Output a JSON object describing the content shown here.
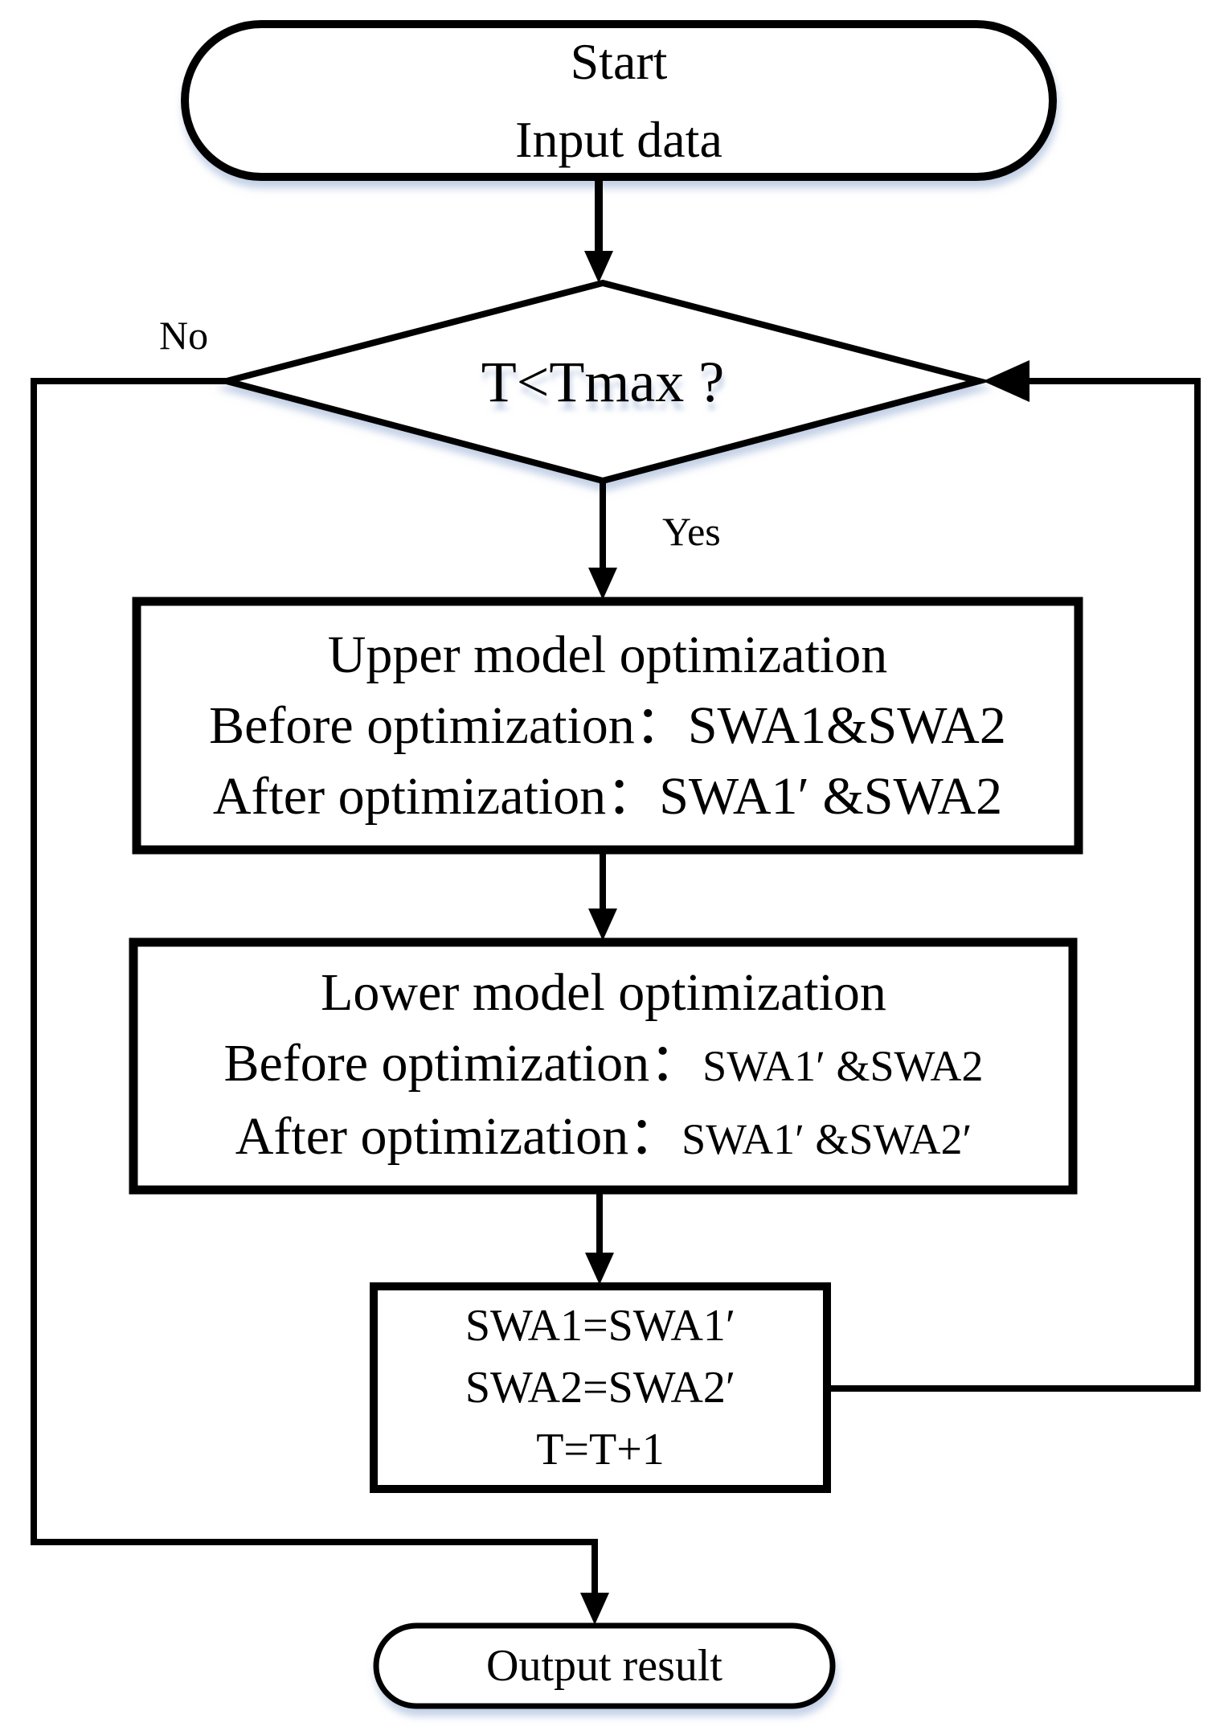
{
  "figure": {
    "type": "flowchart",
    "colors": {
      "background": "#ffffff",
      "ink": "#000000",
      "soft_shadow": "#91aad2"
    }
  },
  "nodes": {
    "start": {
      "shape": "stadium",
      "lines": [
        "Start",
        "Input data"
      ]
    },
    "decision": {
      "shape": "diamond",
      "label": "T<Tmax ?"
    },
    "upper": {
      "shape": "process",
      "lines": [
        [
          {
            "t": "Upper model optimization"
          }
        ],
        [
          {
            "t": "Before optimization："
          },
          {
            "t": "SWA1&SWA2"
          }
        ],
        [
          {
            "t": "After optimization："
          },
          {
            "t": "SWA1′ &SWA2"
          }
        ]
      ]
    },
    "lower": {
      "shape": "process",
      "lines": [
        [
          {
            "t": "Lower model optimization"
          }
        ],
        [
          {
            "t": "Before optimization："
          },
          {
            "t": "SWA1′ &SWA2",
            "s": "sm"
          }
        ],
        [
          {
            "t": "After optimization："
          },
          {
            "t": "SWA1′ &SWA2′",
            "s": "sm"
          }
        ]
      ]
    },
    "update": {
      "shape": "process",
      "lines": [
        "SWA1=SWA1′",
        "SWA2=SWA2′",
        "T=T+1"
      ]
    },
    "output": {
      "shape": "stadium",
      "label": "Output result"
    }
  },
  "edges": {
    "labels": {
      "yes": "Yes",
      "no": "No"
    }
  }
}
